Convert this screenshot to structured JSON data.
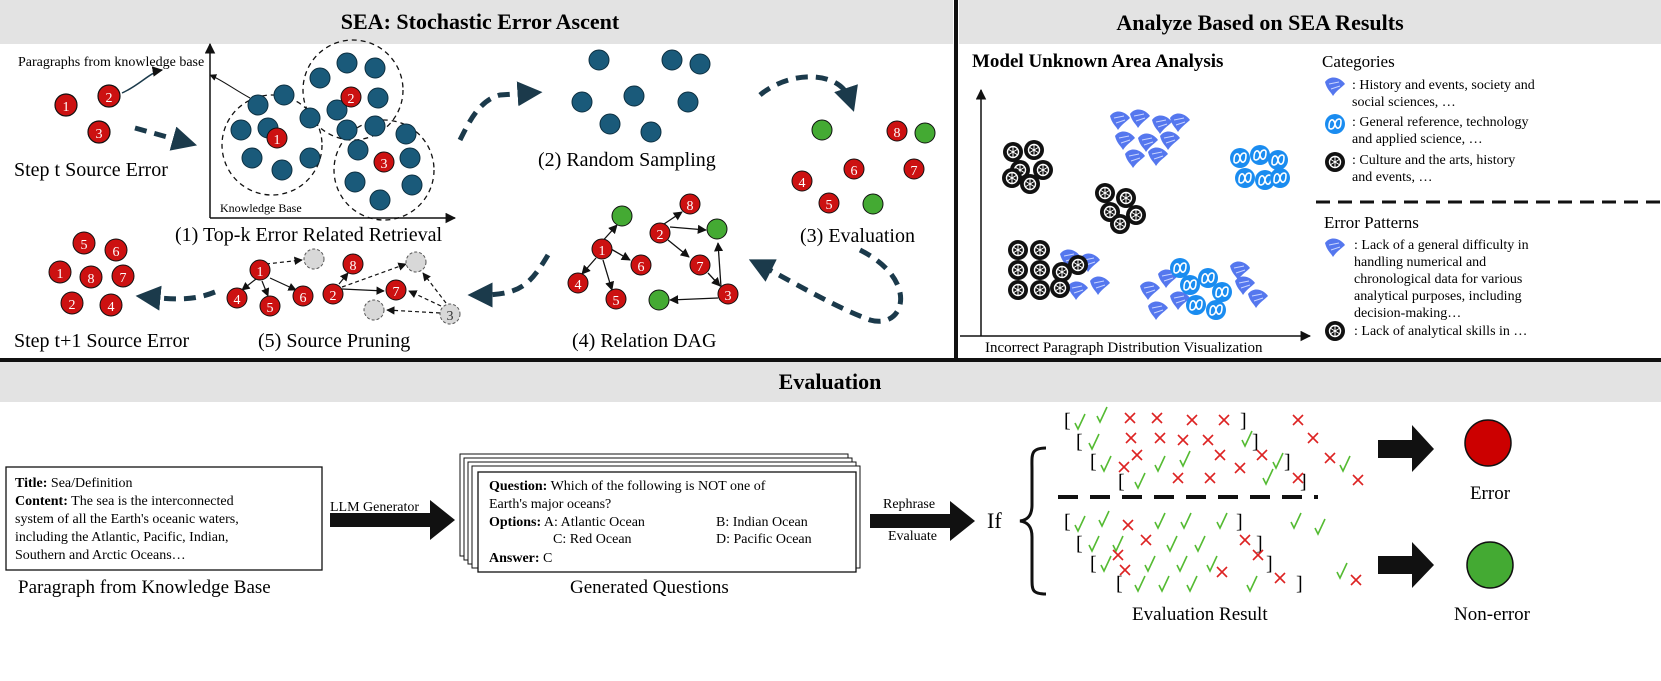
{
  "sea": {
    "title": "SEA: Stochastic Error Ascent",
    "kb_paragraphs_label": "Paragraphs from knowledge base",
    "knowledge_base_axis": "Knowledge Base",
    "step_t": "Step t Source Error",
    "step_t1": "Step t+1 Source Error",
    "steps": [
      "(1) Top-k Error Related Retrieval",
      "(2) Random Sampling",
      "(3) Evaluation",
      "(4) Relation DAG",
      "(5) Source Pruning"
    ]
  },
  "analysis": {
    "title": "Analyze Based on SEA Results",
    "subtitle": "Model Unknown Area Analysis",
    "plot_xlabel": "Incorrect Paragraph Distribution Visualization",
    "categories_title": "Categories",
    "categories": [
      {
        "icon": "claude-icon",
        "text": ": History and events, society and social sciences, …"
      },
      {
        "icon": "meta-icon",
        "text": ": General reference, technology and applied science, …"
      },
      {
        "icon": "openai-icon",
        "text": ": Culture and the arts, history and events, …"
      }
    ],
    "patterns_title": "Error Patterns",
    "patterns": [
      {
        "icon": "claude-icon",
        "text": ": Lack of a general difficulty in handling numerical and chronological data for various analytical purposes, including decision-making…"
      },
      {
        "icon": "openai-icon",
        "text": ": Lack of analytical skills in …"
      }
    ]
  },
  "evaluation": {
    "title": "Evaluation",
    "paragraph": {
      "title_key": "Title:",
      "title_val": "Sea/Definition",
      "content_key": "Content:",
      "content_lines": [
        "The sea is the interconnected",
        "system of all the Earth's oceanic waters,",
        "including the Atlantic, Pacific, Indian,",
        "Southern and Arctic Oceans…"
      ],
      "caption": "Paragraph from Knowledge Base"
    },
    "generator_label": "LLM  Generator",
    "question": {
      "q_key": "Question:",
      "q_lines": [
        "Which of the following is NOT one of",
        "Earth's major oceans?"
      ],
      "opt_key": "Options:",
      "options": [
        "A: Atlantic Ocean",
        "B: Indian Ocean",
        "C: Red Ocean",
        "D: Pacific Ocean"
      ],
      "ans_key": "Answer:",
      "ans_val": "C",
      "caption": "Generated Questions"
    },
    "rephrase": "Rephrase",
    "evaluate": "Evaluate",
    "if": "If",
    "result_caption": "Evaluation Result",
    "error_label": "Error",
    "nonerror_label": "Non-error",
    "colors": {
      "error": "#cc0000",
      "nonerror": "#44aa33",
      "check": "#55bb33",
      "cross": "#dd2222"
    }
  }
}
